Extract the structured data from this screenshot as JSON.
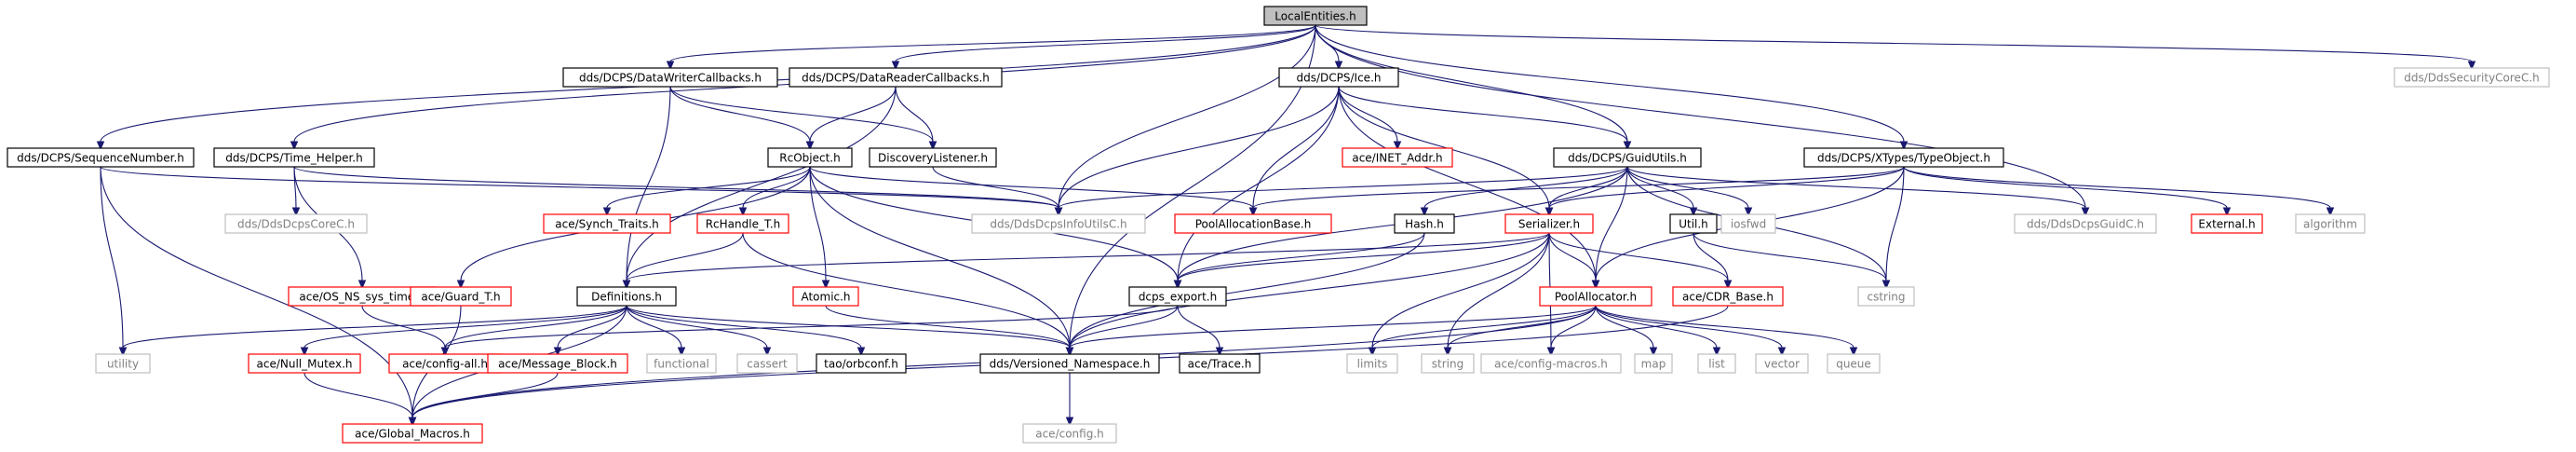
{
  "graph": {
    "title": "LocalEntities.h",
    "colors": {
      "edge": "#191970",
      "root_fill": "#bfbfbf",
      "ok_border": "#000000",
      "missing_border": "#ff0000",
      "external_border": "#bfbfbf",
      "external_text": "#808080"
    },
    "nodes": [
      {
        "id": "local",
        "label": "LocalEntities.h",
        "kind": "root"
      },
      {
        "id": "dwcb",
        "label": "dds/DCPS/DataWriterCallbacks.h",
        "kind": "ok"
      },
      {
        "id": "drcb",
        "label": "dds/DCPS/DataReaderCallbacks.h",
        "kind": "ok"
      },
      {
        "id": "ice",
        "label": "dds/DCPS/Ice.h",
        "kind": "ok"
      },
      {
        "id": "secc",
        "label": "dds/DdsSecurityCoreC.h",
        "kind": "external"
      },
      {
        "id": "seqn",
        "label": "dds/DCPS/SequenceNumber.h",
        "kind": "ok"
      },
      {
        "id": "timeh",
        "label": "dds/DCPS/Time_Helper.h",
        "kind": "ok"
      },
      {
        "id": "rcobj",
        "label": "RcObject.h",
        "kind": "ok"
      },
      {
        "id": "disc",
        "label": "DiscoveryListener.h",
        "kind": "ok"
      },
      {
        "id": "inet",
        "label": "ace/INET_Addr.h",
        "kind": "missing"
      },
      {
        "id": "guidu",
        "label": "dds/DCPS/GuidUtils.h",
        "kind": "ok"
      },
      {
        "id": "xtypes",
        "label": "dds/DCPS/XTypes/TypeObject.h",
        "kind": "ok"
      },
      {
        "id": "dcpsc",
        "label": "dds/DdsDcpsCoreC.h",
        "kind": "external"
      },
      {
        "id": "synch",
        "label": "ace/Synch_Traits.h",
        "kind": "missing"
      },
      {
        "id": "rchandle",
        "label": "RcHandle_T.h",
        "kind": "missing"
      },
      {
        "id": "infoutil",
        "label": "dds/DdsDcpsInfoUtilsC.h",
        "kind": "external"
      },
      {
        "id": "poolab",
        "label": "PoolAllocationBase.h",
        "kind": "missing"
      },
      {
        "id": "hash",
        "label": "Hash.h",
        "kind": "ok"
      },
      {
        "id": "serial",
        "label": "Serializer.h",
        "kind": "missing"
      },
      {
        "id": "iosfwd",
        "label": "iosfwd",
        "kind": "external"
      },
      {
        "id": "util",
        "label": "Util.h",
        "kind": "ok"
      },
      {
        "id": "guidc",
        "label": "dds/DdsDcpsGuidC.h",
        "kind": "external"
      },
      {
        "id": "external",
        "label": "External.h",
        "kind": "missing"
      },
      {
        "id": "algorithm",
        "label": "algorithm",
        "kind": "external"
      },
      {
        "id": "ossys",
        "label": "ace/OS_NS_sys_time.h",
        "kind": "missing"
      },
      {
        "id": "guardt",
        "label": "ace/Guard_T.h",
        "kind": "missing"
      },
      {
        "id": "defs",
        "label": "Definitions.h",
        "kind": "ok"
      },
      {
        "id": "atomic",
        "label": "Atomic.h",
        "kind": "missing"
      },
      {
        "id": "dcpsexp",
        "label": "dcps_export.h",
        "kind": "ok"
      },
      {
        "id": "poolalloc",
        "label": "PoolAllocator.h",
        "kind": "missing"
      },
      {
        "id": "cdrbase",
        "label": "ace/CDR_Base.h",
        "kind": "missing"
      },
      {
        "id": "cstring",
        "label": "cstring",
        "kind": "external"
      },
      {
        "id": "utility",
        "label": "utility",
        "kind": "external"
      },
      {
        "id": "nullmutex",
        "label": "ace/Null_Mutex.h",
        "kind": "missing"
      },
      {
        "id": "configall",
        "label": "ace/config-all.h",
        "kind": "missing"
      },
      {
        "id": "msgblock",
        "label": "ace/Message_Block.h",
        "kind": "missing"
      },
      {
        "id": "functional",
        "label": "functional",
        "kind": "external"
      },
      {
        "id": "cassert",
        "label": "cassert",
        "kind": "external"
      },
      {
        "id": "orbconf",
        "label": "tao/orbconf.h",
        "kind": "ok"
      },
      {
        "id": "versioned",
        "label": "dds/Versioned_Namespace.h",
        "kind": "ok"
      },
      {
        "id": "trace",
        "label": "ace/Trace.h",
        "kind": "ok"
      },
      {
        "id": "limits",
        "label": "limits",
        "kind": "external"
      },
      {
        "id": "string",
        "label": "string",
        "kind": "external"
      },
      {
        "id": "configmacros",
        "label": "ace/config-macros.h",
        "kind": "external"
      },
      {
        "id": "map",
        "label": "map",
        "kind": "external"
      },
      {
        "id": "list",
        "label": "list",
        "kind": "external"
      },
      {
        "id": "vector",
        "label": "vector",
        "kind": "external"
      },
      {
        "id": "queue",
        "label": "queue",
        "kind": "external"
      },
      {
        "id": "globalmacros",
        "label": "ace/Global_Macros.h",
        "kind": "missing"
      },
      {
        "id": "aceconfig",
        "label": "ace/config.h",
        "kind": "external"
      }
    ],
    "edges": [
      [
        "local",
        "dwcb"
      ],
      [
        "local",
        "drcb"
      ],
      [
        "local",
        "ice"
      ],
      [
        "local",
        "secc"
      ],
      [
        "local",
        "seqn"
      ],
      [
        "local",
        "timeh"
      ],
      [
        "local",
        "infoutil"
      ],
      [
        "local",
        "guidu"
      ],
      [
        "local",
        "xtypes"
      ],
      [
        "local",
        "guidc"
      ],
      [
        "local",
        "versioned"
      ],
      [
        "dwcb",
        "rcobj"
      ],
      [
        "dwcb",
        "disc"
      ],
      [
        "dwcb",
        "defs"
      ],
      [
        "drcb",
        "rcobj"
      ],
      [
        "drcb",
        "disc"
      ],
      [
        "drcb",
        "defs"
      ],
      [
        "ice",
        "inet"
      ],
      [
        "ice",
        "guidu"
      ],
      [
        "ice",
        "infoutil"
      ],
      [
        "ice",
        "poolab"
      ],
      [
        "ice",
        "serial"
      ],
      [
        "ice",
        "dcpsexp"
      ],
      [
        "ice",
        "poolalloc"
      ],
      [
        "seqn",
        "utility"
      ],
      [
        "seqn",
        "globalmacros"
      ],
      [
        "seqn",
        "infoutil"
      ],
      [
        "timeh",
        "dcpsc"
      ],
      [
        "timeh",
        "ossys"
      ],
      [
        "timeh",
        "infoutil"
      ],
      [
        "rcobj",
        "synch"
      ],
      [
        "rcobj",
        "rchandle"
      ],
      [
        "rcobj",
        "atomic"
      ],
      [
        "rcobj",
        "guardt"
      ],
      [
        "rcobj",
        "poolab"
      ],
      [
        "rcobj",
        "dcpsexp"
      ],
      [
        "rcobj",
        "versioned"
      ],
      [
        "disc",
        "infoutil"
      ],
      [
        "guidu",
        "hash"
      ],
      [
        "guidu",
        "serial"
      ],
      [
        "guidu",
        "iosfwd"
      ],
      [
        "guidu",
        "util"
      ],
      [
        "guidu",
        "guidc"
      ],
      [
        "guidu",
        "cstring"
      ],
      [
        "guidu",
        "infoutil"
      ],
      [
        "guidu",
        "poolalloc"
      ],
      [
        "guidu",
        "dcpsexp"
      ],
      [
        "xtypes",
        "external"
      ],
      [
        "xtypes",
        "algorithm"
      ],
      [
        "xtypes",
        "serial"
      ],
      [
        "xtypes",
        "poolalloc"
      ],
      [
        "xtypes",
        "cstring"
      ],
      [
        "xtypes",
        "poolab"
      ],
      [
        "serial",
        "defs"
      ],
      [
        "serial",
        "poolalloc"
      ],
      [
        "serial",
        "cdrbase"
      ],
      [
        "serial",
        "dcpsexp"
      ],
      [
        "serial",
        "limits"
      ],
      [
        "serial",
        "string"
      ],
      [
        "serial",
        "configmacros"
      ],
      [
        "serial",
        "versioned"
      ],
      [
        "hash",
        "dcpsexp"
      ],
      [
        "hash",
        "versioned"
      ],
      [
        "util",
        "cstring"
      ],
      [
        "util",
        "cdrbase"
      ],
      [
        "rchandle",
        "defs"
      ],
      [
        "rchandle",
        "versioned"
      ],
      [
        "ossys",
        "configall"
      ],
      [
        "guardt",
        "globalmacros"
      ],
      [
        "defs",
        "utility"
      ],
      [
        "defs",
        "nullmutex"
      ],
      [
        "defs",
        "configall"
      ],
      [
        "defs",
        "msgblock"
      ],
      [
        "defs",
        "functional"
      ],
      [
        "defs",
        "cassert"
      ],
      [
        "defs",
        "orbconf"
      ],
      [
        "defs",
        "versioned"
      ],
      [
        "defs",
        "globalmacros"
      ],
      [
        "atomic",
        "versioned"
      ],
      [
        "dcpsexp",
        "configall"
      ],
      [
        "dcpsexp",
        "versioned"
      ],
      [
        "dcpsexp",
        "trace"
      ],
      [
        "poolalloc",
        "versioned"
      ],
      [
        "poolalloc",
        "limits"
      ],
      [
        "poolalloc",
        "string"
      ],
      [
        "poolalloc",
        "configmacros"
      ],
      [
        "poolalloc",
        "map"
      ],
      [
        "poolalloc",
        "list"
      ],
      [
        "poolalloc",
        "vector"
      ],
      [
        "poolalloc",
        "queue"
      ],
      [
        "poolalloc",
        "globalmacros"
      ],
      [
        "cdrbase",
        "globalmacros"
      ],
      [
        "nullmutex",
        "globalmacros"
      ],
      [
        "msgblock",
        "globalmacros"
      ],
      [
        "versioned",
        "aceconfig"
      ]
    ]
  }
}
